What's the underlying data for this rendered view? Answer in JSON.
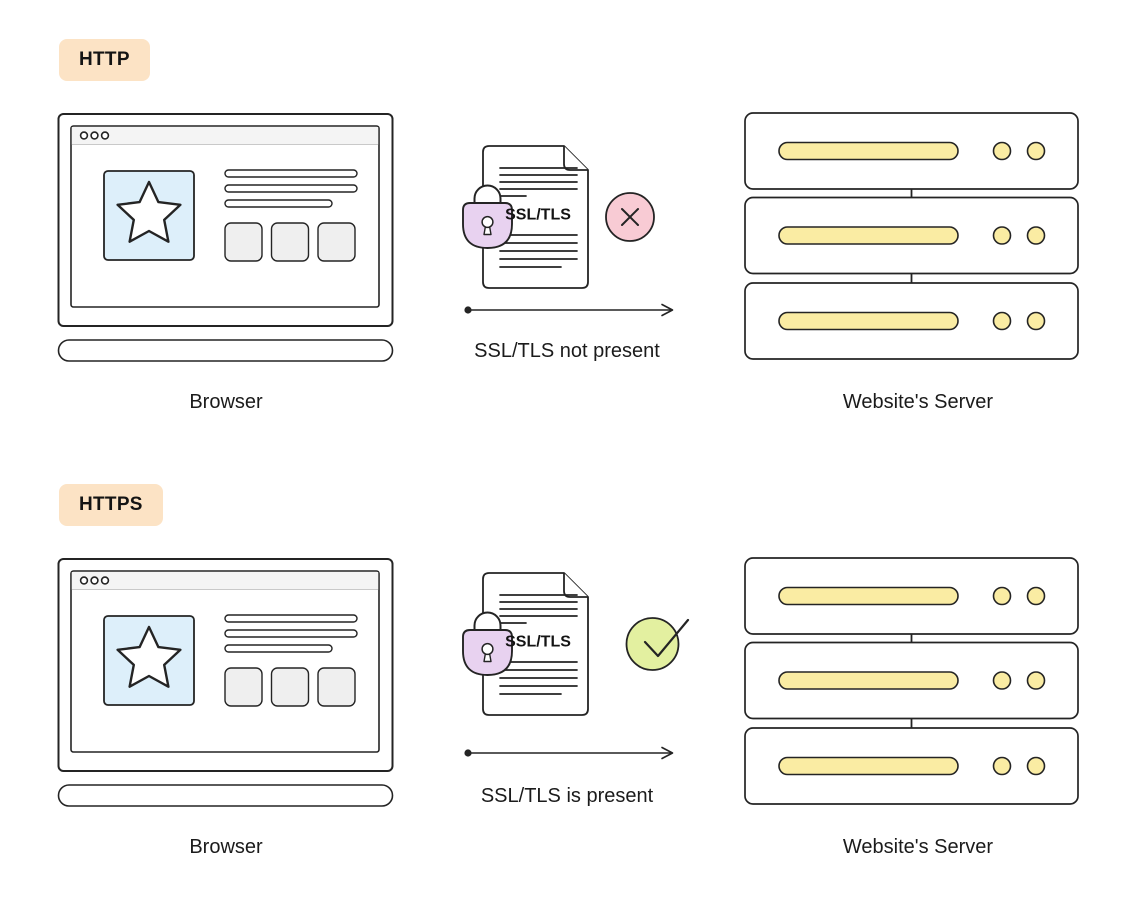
{
  "colors": {
    "badge_bg": "#FCE3C5",
    "ink": "#242424",
    "browser_titlebar": "#F4F4F4",
    "panel_gray": "#EFEFEF",
    "hero_blue": "#DDEFFA",
    "server_yellow": "#FAECA3",
    "lock_purple": "#E8D2F0",
    "error_pink": "#F8CBD4",
    "success_green": "#E3F0A0"
  },
  "icons": {
    "traffic_lights": "window-dots-icon",
    "star": "star-icon",
    "padlock": "padlock-icon",
    "error": "x-circle-icon",
    "success": "check-circle-icon",
    "arrow": "arrow-right-icon"
  },
  "sections": [
    {
      "badge": "HTTP",
      "document_label": "SSL/TLS",
      "arrow_caption": "SSL/TLS not present",
      "browser_label": "Browser",
      "server_label": "Website's Server"
    },
    {
      "badge": "HTTPS",
      "document_label": "SSL/TLS",
      "arrow_caption": "SSL/TLS is present",
      "browser_label": "Browser",
      "server_label": "Website's Server"
    }
  ]
}
